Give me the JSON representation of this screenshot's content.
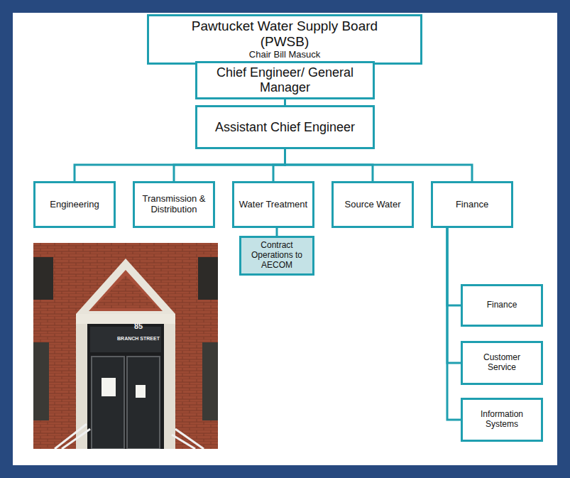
{
  "diagram": {
    "nodes": [
      {
        "text": [
          "Pawtucket Water Supply Board (PWSB)",
          "Chair Bill Masuck"
        ]
      },
      {
        "text": [
          "Chief Engineer/ General Manager"
        ]
      },
      {
        "text": [
          "Assistant Chief Engineer"
        ]
      },
      {
        "text": [
          "Engineering"
        ]
      },
      {
        "text": [
          "Transmission & Distribution"
        ]
      },
      {
        "text": [
          "Water Treatment"
        ]
      },
      {
        "text": [
          "Source Water"
        ]
      },
      {
        "text": [
          "Finance"
        ]
      },
      {
        "text": [
          "Contract Operations to AECOM"
        ]
      },
      {
        "text": [
          "Finance"
        ]
      },
      {
        "text": [
          "Customer Service"
        ]
      },
      {
        "text": [
          "Information Systems"
        ]
      }
    ],
    "edges": [
      {
        "from": 0,
        "to": 1,
        "arrow": "none"
      },
      {
        "from": 1,
        "to": 2,
        "arrow": "none"
      },
      {
        "from": 2,
        "to": 3,
        "arrow": "none"
      },
      {
        "from": 2,
        "to": 4,
        "arrow": "none"
      },
      {
        "from": 2,
        "to": 5,
        "arrow": "none"
      },
      {
        "from": 2,
        "to": 6,
        "arrow": "none"
      },
      {
        "from": 2,
        "to": 7,
        "arrow": "none"
      },
      {
        "from": 5,
        "to": 8,
        "arrow": "none"
      },
      {
        "from": 7,
        "to": 9,
        "arrow": "none"
      },
      {
        "from": 7,
        "to": 10,
        "arrow": "none"
      },
      {
        "from": 7,
        "to": 11,
        "arrow": "none"
      }
    ],
    "labels": [
      "85",
      "BRANCH STREET"
    ]
  }
}
